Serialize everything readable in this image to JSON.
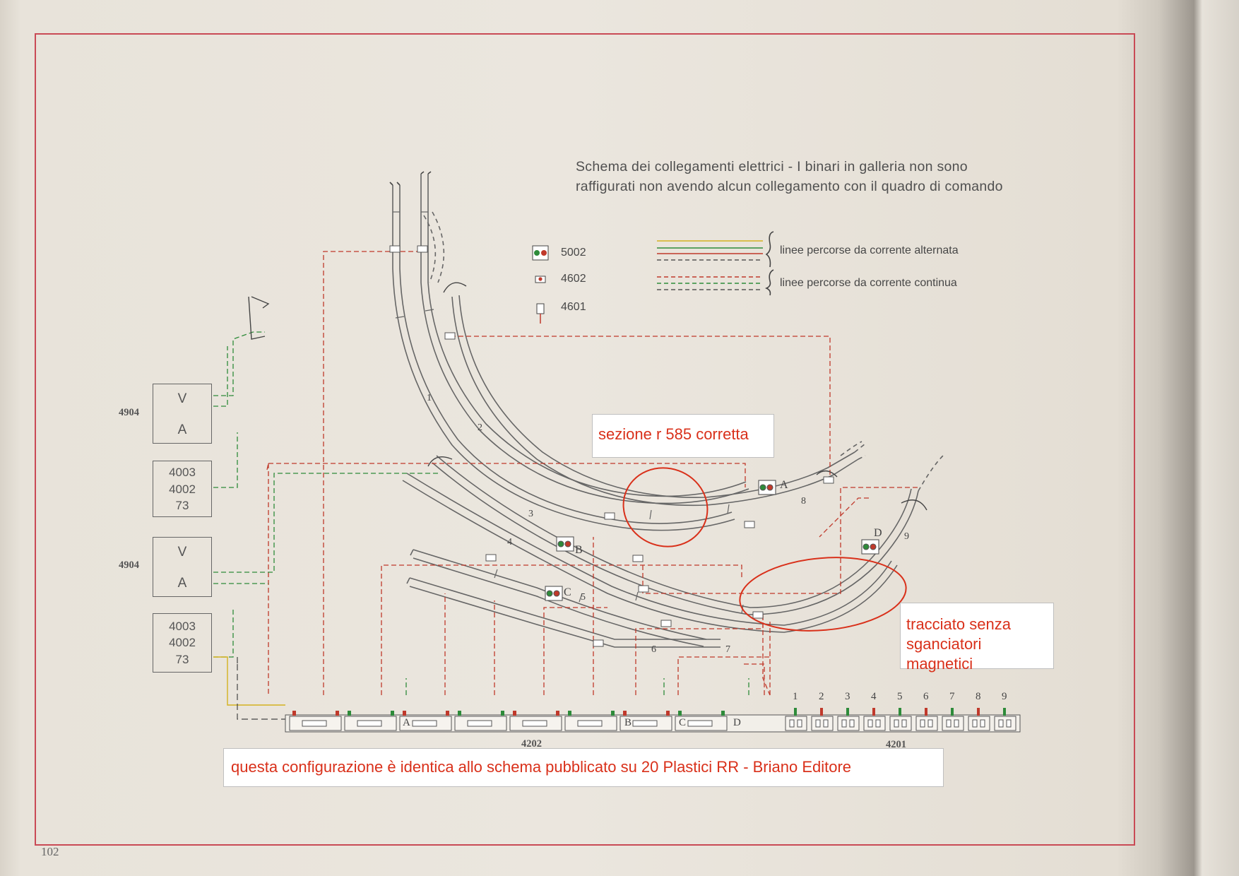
{
  "page": {
    "caption_line1": "Schema dei collegamenti elettrici - I binari in galleria non sono",
    "caption_line2": "raffigurati non avendo alcun collegamento con il quadro di comando",
    "page_number": "102"
  },
  "legend_icons": [
    {
      "code": "5002"
    },
    {
      "code": "4602"
    },
    {
      "code": "4601"
    }
  ],
  "legend_lines": [
    {
      "label": "linee percorse da corrente alternata"
    },
    {
      "label": "linee percorse da corrente continua"
    }
  ],
  "colors": {
    "frame": "#c94a55",
    "wire_red": "#c0392b",
    "wire_green": "#2e8b3a",
    "wire_yellow": "#d4b220",
    "wire_dark": "#555555",
    "annotation_red": "#d9301a"
  },
  "power_units": [
    {
      "code": "4904",
      "labels": [
        "V",
        "A"
      ],
      "sub": [
        "4003",
        "4002",
        "73"
      ]
    },
    {
      "code": "4904",
      "labels": [
        "V",
        "A"
      ],
      "sub": [
        "4003",
        "4002",
        "73"
      ]
    }
  ],
  "panel": {
    "code_left": "4202",
    "code_right": "4201",
    "left_labels": [
      "A",
      "B",
      "C",
      "D"
    ],
    "right_numbers": [
      "1",
      "2",
      "3",
      "4",
      "5",
      "6",
      "7",
      "8",
      "9"
    ]
  },
  "track_labels": {
    "signals": [
      "A",
      "B",
      "C",
      "D"
    ],
    "turnouts": [
      "1",
      "2",
      "3",
      "4",
      "5",
      "6",
      "7",
      "8",
      "9"
    ]
  },
  "annotations": {
    "section": "sezione r 585 corretta",
    "track": "tracciato senza sganciatori magnetici",
    "config": "questa configurazione è identica allo schema pubblicato su 20 Plastici RR - Briano Editore"
  }
}
